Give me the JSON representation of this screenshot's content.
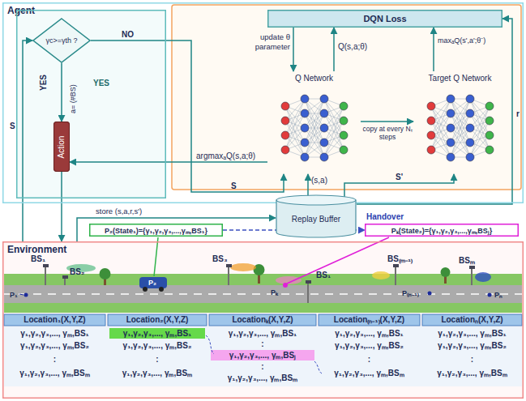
{
  "diagram": {
    "nodes": [
      {
        "text": [
          "Agent"
        ]
      },
      {
        "text": [
          "YES"
        ],
        "in": 0
      },
      {
        "text": [
          "γc>=γth ?"
        ],
        "in": 1
      },
      {
        "text": [
          "Action"
        ],
        "in": 1
      },
      {
        "text": [
          "DQN Loss"
        ],
        "in": 0
      },
      {
        "text": [
          "Q Network"
        ],
        "in": 0
      },
      {
        "text": [
          "Target Q Network"
        ],
        "in": 0
      },
      {
        "text": [
          "Replay Buffer"
        ]
      },
      {
        "text": [
          "P₂(State₁)={γ₁,γ₂,γ₃,...,γₘ,BS₁}"
        ]
      },
      {
        "text": [
          "Pₖ(State₂)={γ₁,γ₂,γ₃,...,γₘ,BSⱼ}"
        ]
      },
      {
        "text": [
          "Environment"
        ]
      }
    ],
    "edges": [
      {
        "from": 2,
        "to": 5,
        "arrow": "to",
        "label": "NO"
      },
      {
        "from": 2,
        "to": 3,
        "arrow": "to",
        "label": "YES"
      },
      {
        "from": 5,
        "to": 3,
        "arrow": "to",
        "label": "argmaxₐQ(s,a;θ)"
      },
      {
        "from": 3,
        "to": 10,
        "arrow": "to"
      },
      {
        "from": 10,
        "to": 2,
        "arrow": "to",
        "label": "S"
      },
      {
        "from": 4,
        "to": 5,
        "arrow": "to",
        "label": "update θ parameter"
      },
      {
        "from": 5,
        "to": 4,
        "arrow": "to",
        "label": "Q(s,a;θ)"
      },
      {
        "from": 6,
        "to": 4,
        "arrow": "to",
        "label": "maxₐQ(s',a';θ⁻)"
      },
      {
        "from": 5,
        "to": 6,
        "arrow": "to",
        "label": "copy at every Nₜ steps"
      },
      {
        "from": 7,
        "to": 6,
        "arrow": "to",
        "label": "S'"
      },
      {
        "from": 7,
        "to": 5,
        "arrow": "to",
        "label": "(s,a)"
      },
      {
        "from": 7,
        "to": 4,
        "arrow": "to",
        "label": "r"
      },
      {
        "from": 10,
        "to": 7,
        "arrow": "to",
        "label": "store (s,a,r,s')"
      },
      {
        "from": 8,
        "to": 9,
        "arrow": "to",
        "label": "Handover"
      }
    ],
    "labels": [
      "S",
      "a= (#BS)",
      "BS₁",
      "BS₂",
      "BS₃",
      "BS₁",
      "BS₍ₘ₋₁₎",
      "BSₘ",
      "P₁",
      "P₂",
      "Pₖ",
      "P₍ₙ₋₁₎",
      "Pₙ",
      "Location₁(X,Y,Z)",
      "Location₂(X,Y,Z)",
      "Locationₖ(X,Y,Z)",
      "Location₍ₙ₋₁₎(X,Y,Z)",
      "Locationₙ(X,Y,Z)",
      "γ₁,γ₂,γ₃,..., γₘ,BS₁",
      "γ₁,γ₂,γ₃,..., γₘ,BS₂",
      ":",
      "γ₁,γ₂,γ₃,..., γₘ,BSₘ",
      "γ₁,γ₂,γ₃,..., γₘ,BS₁",
      "γ₁,γ₂,γ₃,..., γₘ,BS₂",
      ":",
      "γ₁,γ₂,γ₃,..., γₘ,BSₘ",
      "γ₁,γ₂,γ₃,..., γₘ,BS₁",
      ":",
      "γ₁,γ₂,γ₃,..., γₘ,BSⱼ",
      ":",
      "γ₁,γ₂,γ₃,..., γₘ,BSₘ",
      "γ₁,γ₂,γ₃,..., γₘ,BS₁",
      "γ₁,γ₂,γ₃,..., γₘ,BS₂",
      ":",
      "γ₁,γ₂,γ₃,..., γₘ,BSₘ",
      "γ₁,γ₂,γ₃,..., γₘ,BS₁",
      "γ₁,γ₂,γ₃,..., γₘ,BS₂",
      ":",
      "γ₁,γ₂,γ₃,..., γₘ,BSₘ"
    ]
  }
}
